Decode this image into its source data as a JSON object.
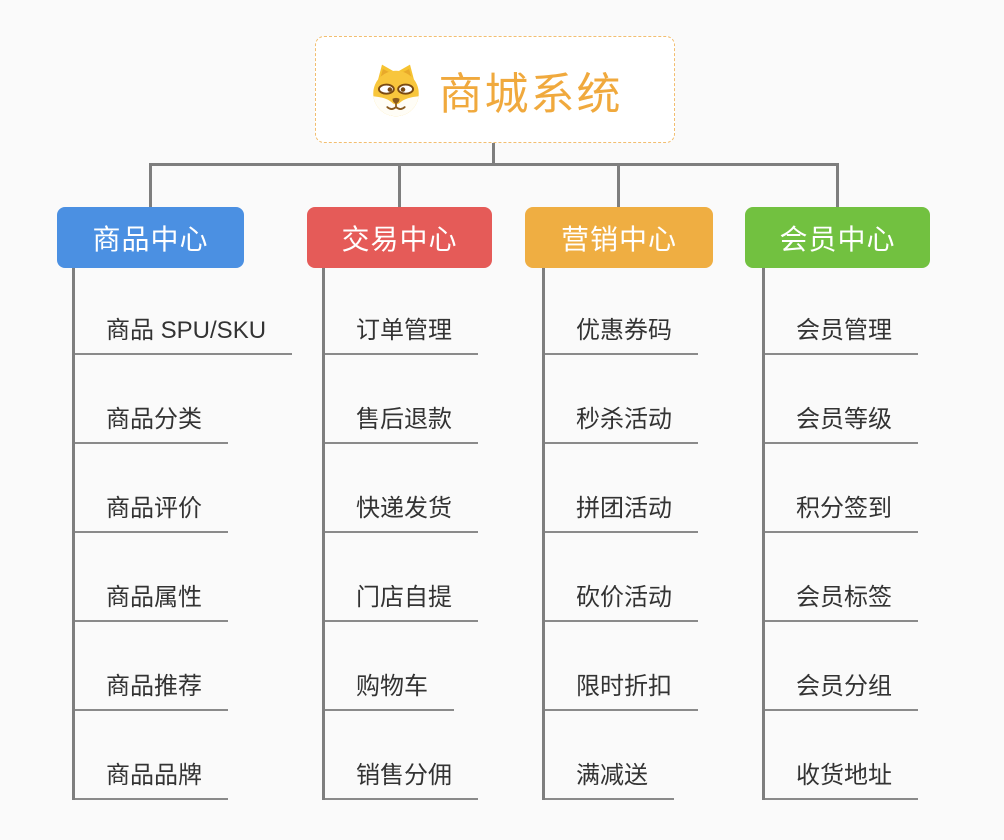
{
  "root": {
    "title": "商城系统",
    "icon": "dog-face-icon",
    "title_color": "#f0a93d",
    "border_color": "#f2be70"
  },
  "connector_color": "#7e7e7e",
  "branches": [
    {
      "label": "商品中心",
      "color": "#4b90e2",
      "children": [
        "商品 SPU/SKU",
        "商品分类",
        "商品评价",
        "商品属性",
        "商品推荐",
        "商品品牌"
      ]
    },
    {
      "label": "交易中心",
      "color": "#e55b58",
      "children": [
        "订单管理",
        "售后退款",
        "快递发货",
        "门店自提",
        "购物车",
        "销售分佣"
      ]
    },
    {
      "label": "营销中心",
      "color": "#efae42",
      "children": [
        "优惠券码",
        "秒杀活动",
        "拼团活动",
        "砍价活动",
        "限时折扣",
        "满减送"
      ]
    },
    {
      "label": "会员中心",
      "color": "#72c140",
      "children": [
        "会员管理",
        "会员等级",
        "积分签到",
        "会员标签",
        "会员分组",
        "收货地址"
      ]
    }
  ]
}
